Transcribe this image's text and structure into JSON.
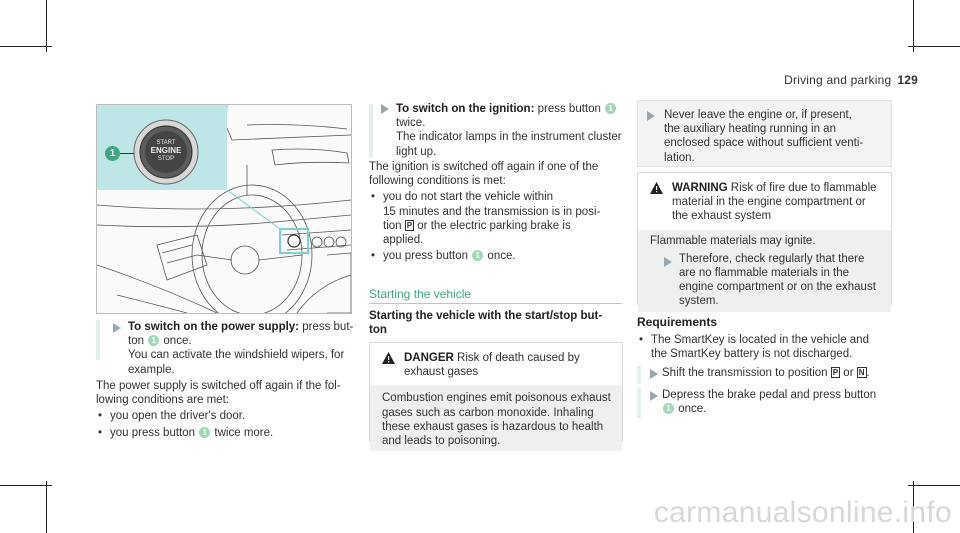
{
  "header": {
    "section_title": "Driving and parking",
    "page_number": "129"
  },
  "figure": {
    "callout": "1",
    "button_text": [
      "START",
      "ENGINE",
      "STOP"
    ]
  },
  "col1": {
    "step_title": "To switch on the power supply:",
    "step_text_a": " press but-",
    "step_text_b": "ton",
    "step_text_c": " once.",
    "step_text_d": "You can activate the windshield wipers, for",
    "step_text_e": "example.",
    "para1": "The power supply is switched off again if the fol-",
    "para2": "lowing conditions are met:",
    "bullet1": "you open the driver's door.",
    "bullet2_a": "you press button",
    "bullet2_b": " twice more."
  },
  "col2": {
    "step_title": "To switch on the ignition:",
    "step_text_a": " press button",
    "step_text_b": "twice.",
    "step_text_c": "The indicator lamps in the instrument cluster",
    "step_text_d": "light up.",
    "para1": "The ignition is switched off again if one of the",
    "para2": "following conditions is met:",
    "bullet1_a": "you do not start the vehicle within",
    "bullet1_b": "15 minutes and the transmission is in posi-",
    "bullet1_c": "tion",
    "bullet1_d": " or the electric parking brake is",
    "bullet1_e": "applied.",
    "bullet2_a": "you press button",
    "bullet2_b": " once.",
    "section_heading": "Starting the vehicle",
    "sub_heading_a": "Starting the vehicle with the start/stop but-",
    "sub_heading_b": "ton",
    "danger_label": "DANGER",
    "danger_title_a": " Risk of death caused by",
    "danger_title_b": "exhaust gases",
    "danger_body": [
      "Combustion engines emit poisonous exhaust",
      "gases such as carbon monoxide. Inhaling",
      "these exhaust gases is hazardous to health",
      "and leads to poisoning."
    ]
  },
  "col3": {
    "box1": [
      "Never leave the engine or, if present,",
      "the auxiliary heating running in an",
      "enclosed space without sufficient venti-",
      "lation."
    ],
    "warning_label": "WARNING",
    "warning_title_a": " Risk of fire due to flammable",
    "warning_title_b": "material in the engine compartment or",
    "warning_title_c": "the exhaust system",
    "warning_p": "Flammable materials may ignite.",
    "warning_step": [
      "Therefore, check regularly that there",
      "are no flammable materials in the",
      "engine compartment or on the exhaust",
      "system."
    ],
    "req_heading": "Requirements",
    "req_bullet_a": "The SmartKey is located in the vehicle and",
    "req_bullet_b": "the SmartKey battery is not discharged.",
    "step1_a": "Shift the transmission to position",
    "step1_or": " or ",
    "step1_end": ".",
    "step2_a": "Depress the brake pedal and press button",
    "step2_b": " once."
  },
  "symbols": {
    "park": "P",
    "neutral": "N"
  },
  "watermark": "carmanualsonline.info",
  "colors": {
    "accent_green": "#3fa583",
    "callout_green": "#9ed8b4",
    "highlight_teal": "#bfe6e6"
  }
}
